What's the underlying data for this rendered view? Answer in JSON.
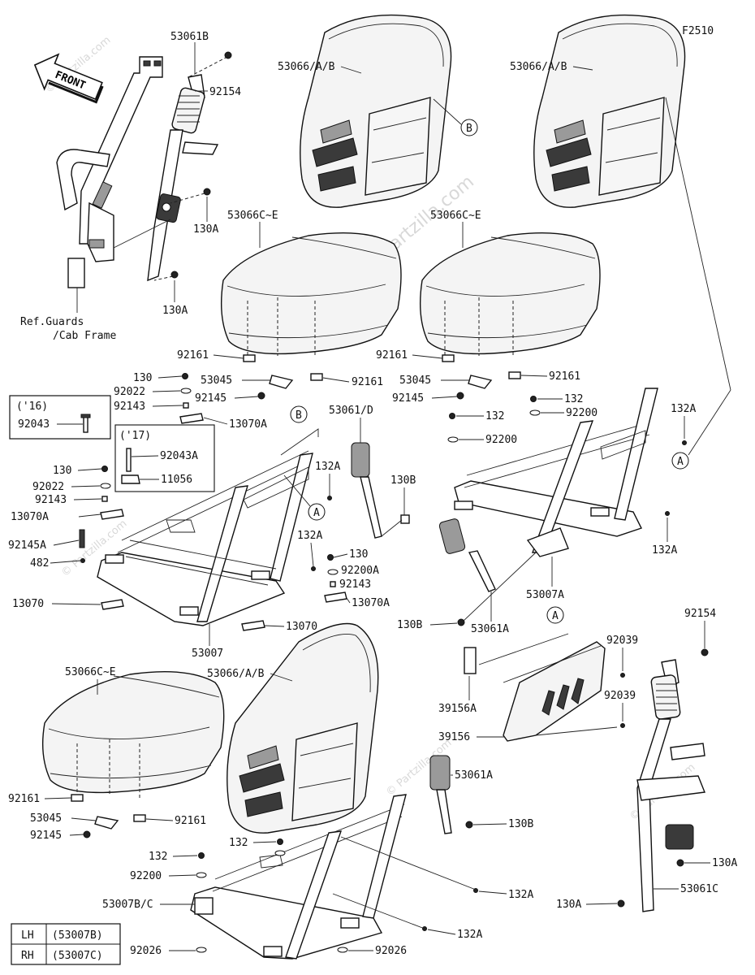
{
  "diagram_code": "F2510",
  "watermark": "© Partzilla.com",
  "front_arrow": "FRONT",
  "ref_note": [
    "Ref.Guards",
    "/Cab Frame"
  ],
  "year_16": "('16)",
  "year_17": "('17)",
  "circle_a": "A",
  "circle_b": "B",
  "legend": [
    {
      "side": "LH",
      "code": "(53007B)"
    },
    {
      "side": "RH",
      "code": "(53007C)"
    }
  ],
  "labels": {
    "p53061B": "53061B",
    "p92154_top": "92154",
    "p130A_1": "130A",
    "p130A_2": "130A",
    "p53066_1": "53066/A/B",
    "p53066_2": "53066/A/B",
    "p53066_3": "53066/A/B",
    "p53066C_1": "53066C~E",
    "p53066C_2": "53066C~E",
    "p53066C_3": "53066C~E",
    "p92161_1": "92161",
    "p92161_2": "92161",
    "p92161_3": "92161",
    "p92161_4": "92161",
    "p92161_5": "92161",
    "p92161_6": "92161",
    "p53045_1": "53045",
    "p53045_2": "53045",
    "p53045_3": "53045",
    "p92145_1": "92145",
    "p92145_2": "92145",
    "p92145_3": "92145",
    "p130_1": "130",
    "p130_2": "130",
    "p130_3": "130",
    "p92022_1": "92022",
    "p92022_2": "92022",
    "p92143_1": "92143",
    "p92143_2": "92143",
    "p92143_3": "92143",
    "p13070A_1": "13070A",
    "p13070A_2": "13070A",
    "p13070A_3": "13070A",
    "p92043": "92043",
    "p92043A": "92043A",
    "p11056": "11056",
    "p92145A": "92145A",
    "p482": "482",
    "p13070_1": "13070",
    "p13070_2": "13070",
    "p53007": "53007",
    "p132A_1": "132A",
    "p132A_2": "132A",
    "p132A_3": "132A",
    "p132A_4": "132A",
    "p132A_5": "132A",
    "p132A_6": "132A",
    "p53061D": "53061/D",
    "p130B_1": "130B",
    "p130B_2": "130B",
    "p130B_3": "130B",
    "p92200A": "92200A",
    "p132_1": "132",
    "p132_2": "132",
    "p132_3": "132",
    "p132_4": "132",
    "p92200_1": "92200",
    "p92200_2": "92200",
    "p92200_3": "92200",
    "p53007A": "53007A",
    "p53061A_1": "53061A",
    "p53061A_2": "53061A",
    "p92039_1": "92039",
    "p92039_2": "92039",
    "p39156A": "39156A",
    "p39156": "39156",
    "p92154_right": "92154",
    "p53061C": "53061C",
    "p130A_3": "130A",
    "p130A_4": "130A",
    "p53007BC": "53007B/C",
    "p92026_1": "92026",
    "p92026_2": "92026"
  }
}
